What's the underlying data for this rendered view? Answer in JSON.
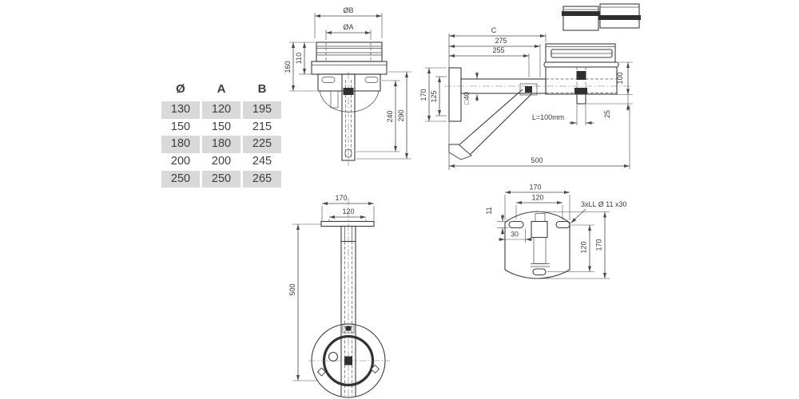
{
  "colors": {
    "line": "#3c3c3c",
    "dim": "#4a4a4a",
    "text": "#3a3a3a",
    "row_bg": "#d9d9d9",
    "dark": "#2f2f2f"
  },
  "size_table": {
    "headers": [
      "Ø",
      "A",
      "B"
    ],
    "rows": [
      [
        "130",
        "120",
        "195"
      ],
      [
        "150",
        "150",
        "215"
      ],
      [
        "180",
        "180",
        "225"
      ],
      [
        "200",
        "200",
        "245"
      ],
      [
        "250",
        "250",
        "265"
      ]
    ]
  },
  "front_view": {
    "dia_b": "ØB",
    "dia_a": "ØA",
    "h160": "160",
    "h110": "110",
    "h240": "240",
    "h290": "290"
  },
  "side_view": {
    "c": "C",
    "w275": "275",
    "w255": "255",
    "h170": "170",
    "h125": "125",
    "sq40": "□40",
    "l100": "L=100mm",
    "h100": "100",
    "h25": "25",
    "w500": "500"
  },
  "bottom_view": {
    "w170": "170",
    "w120": "120",
    "h500": "500"
  },
  "plate_detail": {
    "w170": "170",
    "w120": "120",
    "h11": "11",
    "w30": "30",
    "holes": "3xLL Ø 11 x30",
    "h120": "120",
    "h170": "170"
  }
}
